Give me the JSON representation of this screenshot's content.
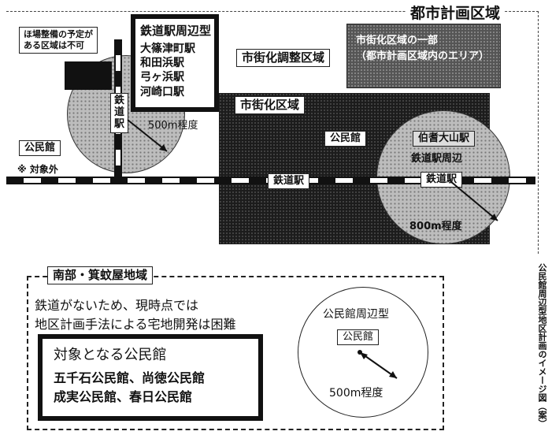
{
  "title": "都市計画区域",
  "top_note": "ほ場整備の予定が\nある区域は不可",
  "station_type": {
    "title": "鉄道駅周辺型",
    "stations": [
      "大篠津町駅",
      "和田浜駅",
      "弓ヶ浜駅",
      "河崎口駅"
    ]
  },
  "areas": {
    "urbanization_control": "市街化調整区域",
    "urbanization": "市街化区域",
    "urban_area_note": "市街化区域の一部\n（都市計画区域内のエリア）"
  },
  "left_map": {
    "station_label": "鉄\n道\n駅",
    "radius_label": "500m程度",
    "community_center": "公民館",
    "excluded_note": "※ 対象外"
  },
  "center_map": {
    "community_center": "公民館",
    "station_label": "鉄道駅"
  },
  "right_map": {
    "station_name": "伯耆大山駅",
    "type_label": "鉄道駅周辺",
    "station_label": "鉄道駅",
    "radius_label": "800m程度"
  },
  "south_area": {
    "title": "南部・箕蚊屋地域",
    "line1": "鉄道がないため、現時点では",
    "line2": "地区計画手法による宅地開発は困難",
    "target_title": "対象となる公民館",
    "centers_line1": "五千石公民館、尚徳公民館",
    "centers_line2": "成実公民館、春日公民館"
  },
  "legend_circle": {
    "title": "公民館周辺型",
    "center": "公民館",
    "radius": "500m程度"
  },
  "side_caption": "公民館周辺型地区計画のイメージ図（案）"
}
